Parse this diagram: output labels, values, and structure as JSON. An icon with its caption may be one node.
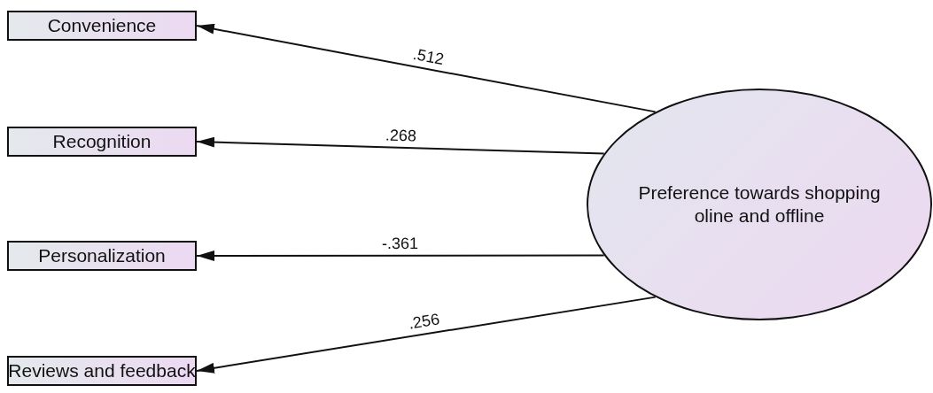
{
  "diagram": {
    "nodes": [
      {
        "text": [
          "Convenience"
        ]
      },
      {
        "text": [
          "Recognition"
        ]
      },
      {
        "text": [
          "Personalization"
        ]
      },
      {
        "text": [
          "Reviews and feedback"
        ]
      },
      {
        "text": [
          "Preference towards shopping oline and offline"
        ]
      }
    ],
    "edges": [
      {
        "from": 4,
        "to": 0,
        "arrow": "to",
        "label": ".512"
      },
      {
        "from": 4,
        "to": 1,
        "arrow": "to",
        "label": ".268"
      },
      {
        "from": 4,
        "to": 2,
        "arrow": "to",
        "label": "-.361"
      },
      {
        "from": 4,
        "to": 3,
        "arrow": "to",
        "label": ".256"
      }
    ]
  }
}
